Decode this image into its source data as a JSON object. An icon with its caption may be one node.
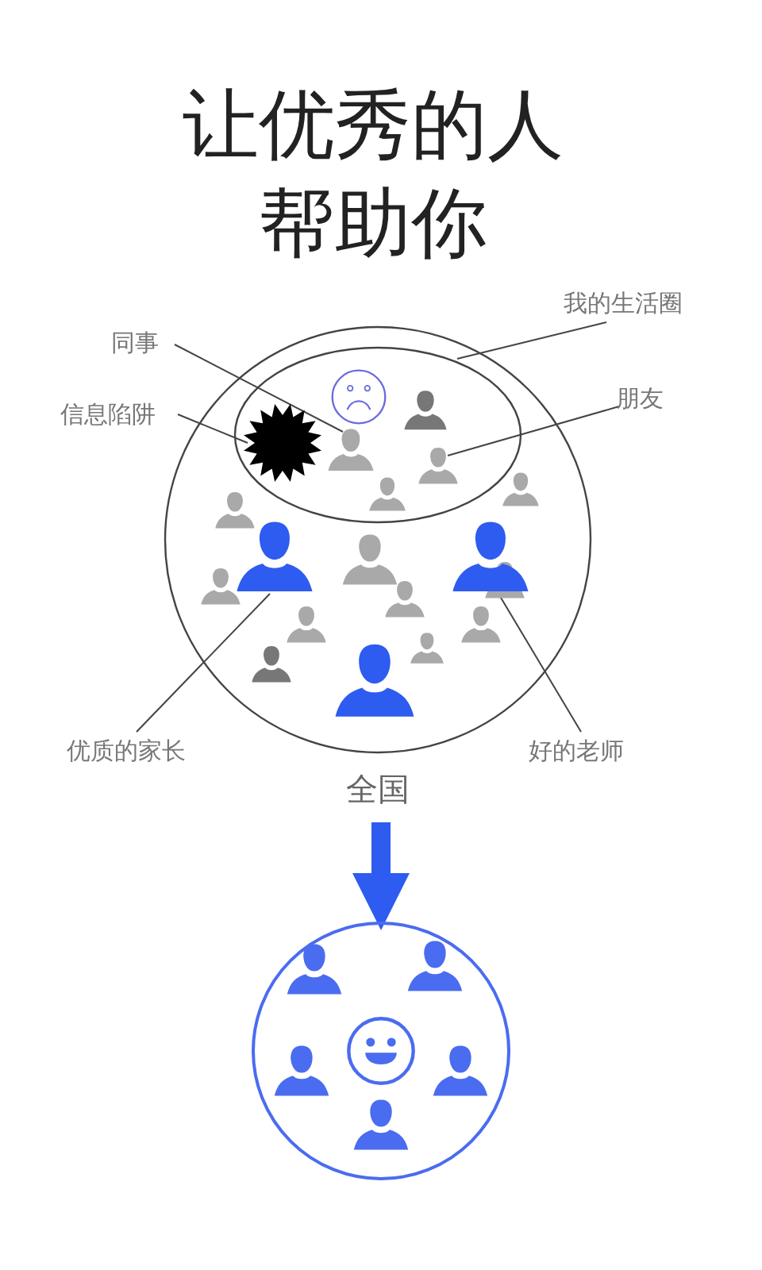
{
  "diagram": {
    "title": "让优秀的人帮助你",
    "nodes": [
      {
        "text": [
          "全国"
        ]
      },
      {
        "text": [],
        "shape": "ellipse",
        "in": 0
      },
      {
        "text": [],
        "shape": "star",
        "in": 1
      },
      {
        "text": [],
        "shape": "person",
        "in": 1
      },
      {
        "text": [],
        "shape": "person",
        "in": 1
      },
      {
        "text": [],
        "shape": "person",
        "in": 0
      },
      {
        "text": [],
        "shape": "person",
        "in": 0
      },
      {
        "text": [
          "同事"
        ]
      },
      {
        "text": [
          "信息陷阱"
        ]
      },
      {
        "text": [
          "我的生活圈"
        ]
      },
      {
        "text": [
          "朋友"
        ]
      },
      {
        "text": [
          "优质的家长"
        ]
      },
      {
        "text": [
          "好的老师"
        ]
      },
      {
        "text": [],
        "shape": "circle"
      }
    ],
    "edges": [
      {
        "from": 7,
        "to": 3,
        "arrow": "none"
      },
      {
        "from": 8,
        "to": 2,
        "arrow": "none"
      },
      {
        "from": 9,
        "to": 1,
        "arrow": "none"
      },
      {
        "from": 10,
        "to": 4,
        "arrow": "none"
      },
      {
        "from": 11,
        "to": 5,
        "arrow": "none"
      },
      {
        "from": 12,
        "to": 6,
        "arrow": "none"
      },
      {
        "from": 0,
        "to": 13,
        "arrow": "to",
        "style": "thick",
        "color": "#2e5bf0"
      }
    ]
  }
}
